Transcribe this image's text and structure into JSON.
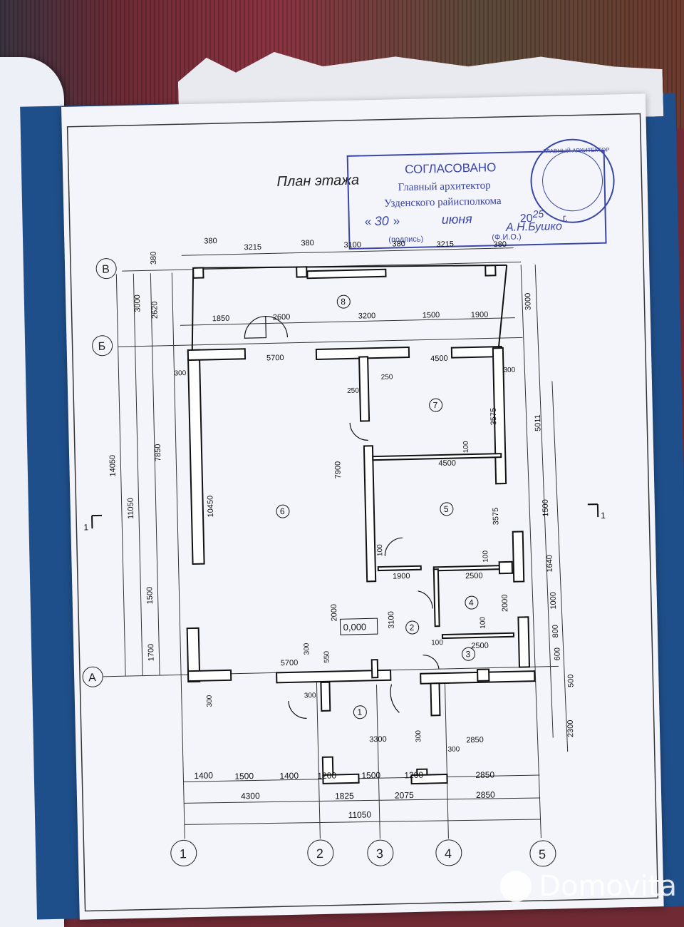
{
  "title": "План этажа",
  "stamp": {
    "heading": "СОГЛАСОВАНО",
    "line1": "Главный архитектор",
    "line2": "Узденского райисполкома",
    "day": "30",
    "month": "июня",
    "year_prefix": "20",
    "year_suffix": "25",
    "year_unit": "г.",
    "sign_caption": "(подпись)",
    "name_caption": "(Ф.И.О.)",
    "signature_text": "А.Н.Бушко",
    "seal_text": "ГЛАВНЫЙ АРХИТЕКТОР"
  },
  "axes": {
    "letters": [
      "В",
      "Б",
      "А"
    ],
    "numbers": [
      "1",
      "2",
      "3",
      "4",
      "5"
    ]
  },
  "section_mark": "1",
  "level": "0,000",
  "rooms": [
    "1",
    "2",
    "3",
    "4",
    "5",
    "6",
    "7",
    "8"
  ],
  "dims": {
    "top_row": [
      "380",
      "3215",
      "380",
      "3100",
      "380",
      "3215",
      "380"
    ],
    "veranda": [
      "1850",
      "2600",
      "3200",
      "1500",
      "1900"
    ],
    "interior": [
      "5700",
      "4500",
      "4500",
      "5700",
      "7900",
      "10450",
      "3575",
      "3575",
      "1900",
      "2500",
      "2500",
      "2000",
      "3100",
      "2000",
      "3300",
      "2850"
    ],
    "thin": [
      "300",
      "300",
      "250",
      "250",
      "100",
      "100",
      "100",
      "100",
      "100",
      "300",
      "550",
      "300",
      "300",
      "300",
      "300"
    ],
    "left_chain": [
      "380",
      "3000",
      "2620",
      "14050",
      "11050",
      "7850",
      "1500",
      "1700"
    ],
    "right_chain": [
      "3000",
      "5011",
      "1500",
      "1640",
      "1000",
      "800",
      "600",
      "500",
      "2300"
    ],
    "bottom1": [
      "1400",
      "1500",
      "1400",
      "1200",
      "1500",
      "1200",
      "2850"
    ],
    "bottom2": [
      "4300",
      "1825",
      "2075",
      "2850"
    ],
    "bottom3": "11050"
  },
  "watermark": "Domovita"
}
